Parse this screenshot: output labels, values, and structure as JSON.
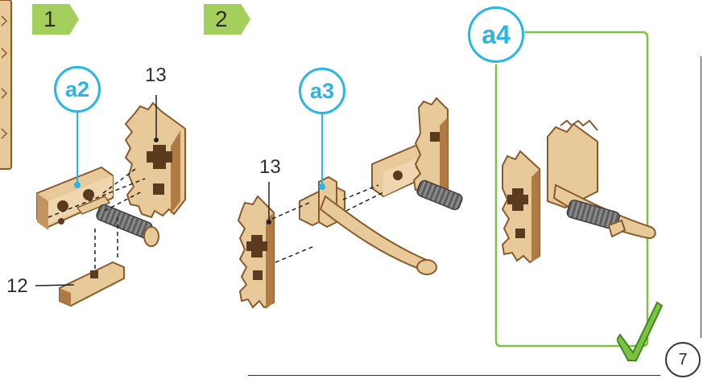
{
  "steps": [
    {
      "number": "1",
      "callout": "a2",
      "part_labels": [
        "13",
        "12"
      ]
    },
    {
      "number": "2",
      "callout": "a3",
      "part_labels": [
        "13"
      ]
    }
  ],
  "result": {
    "callout": "a4"
  },
  "page_number": "7",
  "colors": {
    "step_tab": "#a4cf5c",
    "callout": "#27b6e6",
    "result_frame": "#7cc142",
    "wood": "#e8c99a",
    "wood_edge": "#8a5a2b",
    "spring": "#6f6f6f"
  },
  "icons": {
    "checkmark": "checkmark-icon"
  }
}
